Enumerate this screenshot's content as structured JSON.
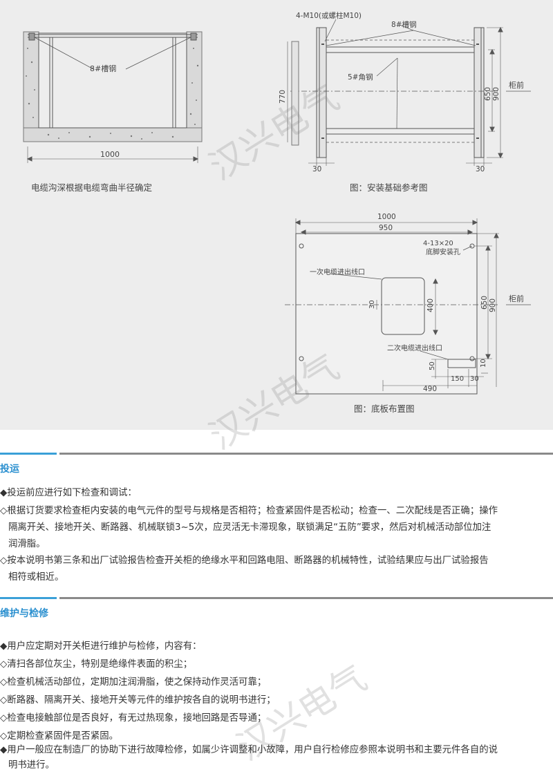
{
  "diagram1": {
    "label_channel": "8#槽钢",
    "width_dim": "1000",
    "caption": "电缆沟深根据电缆弯曲半径确定"
  },
  "diagram2": {
    "label_bolts": "4-M10(或螺柱M10)",
    "label_channel": "8#槽钢",
    "label_angle": "5#角钢",
    "dim_770": "770",
    "dim_650": "650",
    "dim_900": "900",
    "dim_30_left": "30",
    "dim_30_right": "30",
    "label_front": "柜前",
    "caption": "图：安装基础参考图"
  },
  "diagram3": {
    "dim_1000": "1000",
    "dim_950": "950",
    "label_holes_1": "4-13×20",
    "label_holes_2": "底脚安装孔",
    "label_primary": "一次电缆进出线口",
    "label_secondary": "二次电缆进出线口",
    "dim_30": "30",
    "dim_400": "400",
    "dim_650": "650",
    "dim_900": "900",
    "dim_50": "50",
    "dim_10": "10",
    "dim_150": "150",
    "dim_30b": "30",
    "dim_490": "490",
    "label_front": "柜前",
    "caption": "图：底板布置图"
  },
  "watermark": "汉兴电气",
  "section1": {
    "title": "投运",
    "lines": [
      "◆投运前应进行如下检查和调试：",
      "◇根据订货要求检查柜内安装的电气元件的型号与规格是否相符；检查紧固件是否松动；检查一、二次配线是否正确；操作",
      "隔离开关、接地开关、断路器、机械联锁3~5次，应灵活无卡滞现象，联锁满足“五防”要求，然后对机械活动部位加注",
      "润滑脂。",
      "◇按本说明书第三条和出厂试验报告检查开关柜的绝缘水平和回路电阻、断路器的机械特性，试验结果应与出厂试验报告",
      "相符或相近。"
    ]
  },
  "section2": {
    "title": "维护与检修",
    "lines": [
      "◆用户应定期对开关柜进行维护与检修，内容有：",
      "◇清扫各部位灰尘，特别是绝缘件表面的积尘；",
      "◇检查机械活动部位，定期加注润滑脂，使之保持动作灵活可靠；",
      "◇断路器、隔离开关、接地开关等元件的维护按各自的说明书进行；",
      "◇检查电接触部位是否良好，有无过热现象，接地回路是否导通；",
      "◇定期检查紧固件是否紧固。",
      "◆用户一般应在制造厂的协助下进行故障检修，如属少许调整和小故障，用户自行检修应参照本说明书和主要元件各自的说",
      "明书进行。"
    ]
  }
}
